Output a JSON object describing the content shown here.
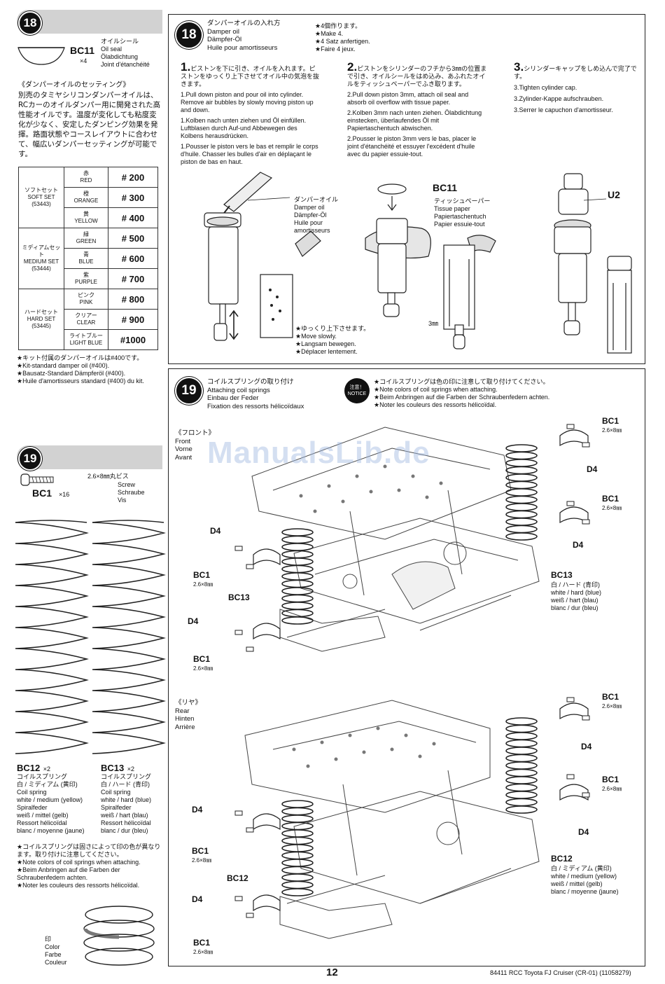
{
  "left_col": {
    "step18": {
      "number": "18",
      "part_code": "BC11",
      "part_qty": "×4",
      "part_names": [
        "オイルシール",
        "Oil seal",
        "Ölabdichtung",
        "Joint d'étanchéité"
      ],
      "setting_title": "《ダンパーオイルのセッティング》",
      "setting_text": "別売のタミヤシリコンダンパーオイルは、RCカーのオイルダンパー用に開発された高性能オイルです。温度が変化しても粘度変化が少なく、安定したダンピング効果を発揮。路面状態やコースレイアウトに合わせて、幅広いダンパーセッティングが可能です。",
      "sets": [
        {
          "jp": "ソフトセット",
          "en": "SOFT SET",
          "code": "(53443)"
        },
        {
          "jp": "ミディアムセット",
          "en": "MEDIUM SET",
          "code": "(53444)"
        },
        {
          "jp": "ハードセット",
          "en": "HARD SET",
          "code": "(53445)"
        }
      ],
      "oils": [
        {
          "jp": "赤",
          "en": "RED",
          "val": "# 200"
        },
        {
          "jp": "橙",
          "en": "ORANGE",
          "val": "# 300"
        },
        {
          "jp": "黄",
          "en": "YELLOW",
          "val": "# 400"
        },
        {
          "jp": "緑",
          "en": "GREEN",
          "val": "# 500"
        },
        {
          "jp": "青",
          "en": "BLUE",
          "val": "# 600"
        },
        {
          "jp": "紫",
          "en": "PURPLE",
          "val": "# 700"
        },
        {
          "jp": "ピンク",
          "en": "PINK",
          "val": "# 800"
        },
        {
          "jp": "クリアー",
          "en": "CLEAR",
          "val": "# 900"
        },
        {
          "jp": "ライトブルー",
          "en": "LIGHT BLUE",
          "val": "#1000"
        }
      ],
      "notes": [
        "★キット付属のダンパーオイルは#400です。",
        "★Kit-standard damper oil (#400).",
        "★Bausatz-Standard Dämpferöl (#400).",
        "★Huile d'amortisseurs standard (#400) du kit."
      ]
    },
    "step19": {
      "number": "19",
      "screw_label": "2.6×8㎜丸ビス",
      "screw_names": [
        "Screw",
        "Schraube",
        "Vis"
      ],
      "screw_code": "BC1",
      "screw_qty": "×16",
      "bc12_code": "BC12",
      "bc12_qty": "×2",
      "bc12_lines": [
        "コイルスプリング",
        "白 / ミディアム (黄印)",
        "Coil spring",
        "white / medium (yellow)",
        "Spiralfeder",
        "weiß / mittel (gelb)",
        "Ressort hélicoïdal",
        "blanc / moyenne (jaune)"
      ],
      "bc13_code": "BC13",
      "bc13_qty": "×2",
      "bc13_lines": [
        "コイルスプリング",
        "白 / ハード (青印)",
        "Coil spring",
        "white / hard (blue)",
        "Spiralfeder",
        "weiß / hart (blau)",
        "Ressort hélicoïdal",
        "blanc / dur (bleu)"
      ],
      "notes": [
        "★コイルスプリングは固さによって印の色が異なります。取り付けに注意してください。",
        "★Note colors of coil springs when attaching.",
        "★Beim Anbringen auf die Farben der Schraubenfedern achten.",
        "★Noter les couleurs des ressorts hélicoïdal."
      ],
      "mark_labels": [
        "印",
        "Color",
        "Farbe",
        "Couleur"
      ]
    }
  },
  "panel18": {
    "number": "18",
    "title": [
      "ダンパーオイルの入れ方",
      "Damper oil",
      "Dämpfer-Öl",
      "Huile pour amortisseurs"
    ],
    "make": [
      "★4個作ります。",
      "★Make 4.",
      "★4 Satz anfertigen.",
      "★Faire 4 jeux."
    ],
    "step1": {
      "num": "1.",
      "jp": "ピストンを下に引き、オイルを入れます。ピストンをゆっくり上下させてオイル中の気泡を抜きます。",
      "en": "1.Pull down piston and pour oil into cylinder. Remove air bubbles by slowly moving piston up and down.",
      "de": "1.Kolben nach unten ziehen und Öl einfüllen. Luftblasen durch Auf-und Abbewegen des Kolbens herausdrücken.",
      "fr": "1.Pousser le piston vers le bas et remplir le corps d'huile. Chasser les bulles d'air en déplaçant le piston de bas en haut."
    },
    "step2": {
      "num": "2.",
      "jp": "ピストンをシリンダーのフチから3㎜の位置まで引き、オイルシールをはめ込み、あふれたオイルをティッシュペーパーでふき取ります。",
      "en": "2.Pull down piston 3mm, attach oil seal and absorb oil overflow with tissue paper.",
      "de": "2.Kolben 3mm nach unten ziehen. Ölabdichtung einstecken, überlaufendes Öl mit Papiertaschentuch abwischen.",
      "fr": "2.Pousser le piston 3mm vers le bas, placer le joint d'étanchéité et essuyer l'excédent d'huile avec du papier essuie-tout."
    },
    "step3": {
      "num": "3.",
      "jp": "シリンダーキャップをしめ込んで完了です。",
      "en": "3.Tighten cylinder cap.",
      "de": "3.Zylinder-Kappe aufschrauben.",
      "fr": "3.Serrer le capuchon d'amortisseur."
    },
    "oil_label": [
      "ダンパーオイル",
      "Damper oil",
      "Dämpfer-Öl",
      "Huile pour",
      "amortisseurs"
    ],
    "bc11": "BC11",
    "tissue": [
      "ティッシュペーパー",
      "Tissue paper",
      "Papiertaschentuch",
      "Papier essuie-tout"
    ],
    "u2": "U2",
    "mm": "3㎜",
    "slow": [
      "★ゆっくり上下させます。",
      "★Move slowly.",
      "★Langsam bewegen.",
      "★Déplacer lentement."
    ]
  },
  "panel19": {
    "number": "19",
    "title": [
      "コイルスプリングの取り付け",
      "Attaching coil springs",
      "Einbau der Feder",
      "Fixation des ressorts hélicoïdaux"
    ],
    "notice_badge": [
      "注意！",
      "NOTICE"
    ],
    "notes": [
      "★コイルスプリングは色の印に注意して取り付けてください。",
      "★Note colors of coil springs when attaching.",
      "★Beim Anbringen auf die Farben der Schraubenfedern achten.",
      "★Noter les couleurs des ressorts hélicoïdal."
    ],
    "front": [
      "《フロント》",
      "Front",
      "Vorne",
      "Avant"
    ],
    "rear": [
      "《リヤ》",
      "Rear",
      "Hinten",
      "Arrière"
    ],
    "bc1": "BC1",
    "bc1_size": "2.6×8㎜",
    "d4": "D4",
    "bc13": "BC13",
    "bc12": "BC12",
    "bc13_desc": [
      "白 / ハード (青印)",
      "white / hard (blue)",
      "weiß / hart (blau)",
      "blanc / dur (bleu)"
    ],
    "bc12_desc": [
      "白 / ミディアム (黄印)",
      "white / medium (yellow)",
      "weiß / mittel (gelb)",
      "blanc / moyenne (jaune)"
    ]
  },
  "watermark": "ManualsLib.de",
  "footer": {
    "page": "12",
    "model": "84411 RCC Toyota FJ Cruiser (CR-01) (11058279)"
  }
}
